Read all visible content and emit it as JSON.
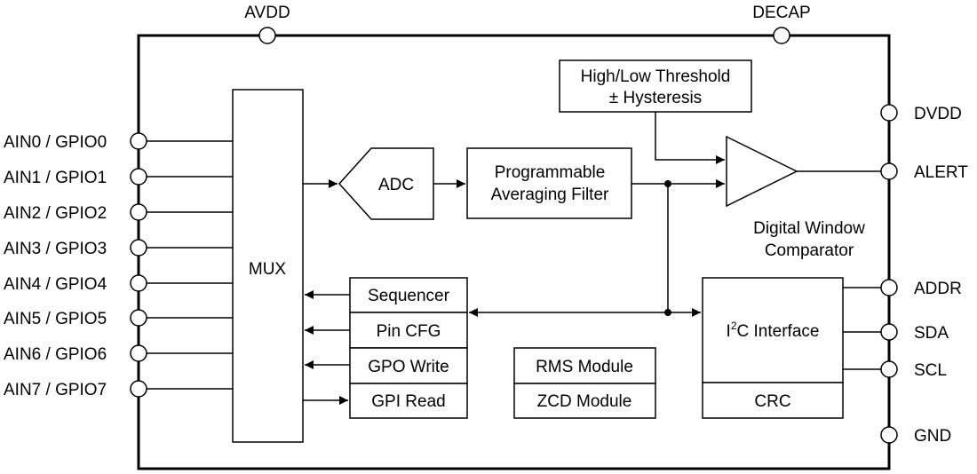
{
  "pins": {
    "top": [
      "AVDD",
      "DECAP"
    ],
    "left": [
      "AIN0 / GPIO0",
      "AIN1 / GPIO1",
      "AIN2 / GPIO2",
      "AIN3 / GPIO3",
      "AIN4 / GPIO4",
      "AIN5 / GPIO5",
      "AIN6 / GPIO6",
      "AIN7 / GPIO7"
    ],
    "right": [
      "DVDD",
      "ALERT",
      "ADDR",
      "SDA",
      "SCL",
      "GND"
    ]
  },
  "blocks": {
    "mux": "MUX",
    "adc": "ADC",
    "filter_line1": "Programmable",
    "filter_line2": "Averaging Filter",
    "threshold_line1": "High/Low Threshold",
    "threshold_line2": "± Hysteresis",
    "comparator_line1": "Digital Window",
    "comparator_line2": "Comparator",
    "sequencer": "Sequencer",
    "pin_cfg": "Pin CFG",
    "gpo_write": "GPO Write",
    "gpi_read": "GPI Read",
    "rms": "RMS Module",
    "zcd": "ZCD Module",
    "i2c_prefix": "I",
    "i2c_sup": "2",
    "i2c_suffix": "C Interface",
    "crc": "CRC"
  }
}
